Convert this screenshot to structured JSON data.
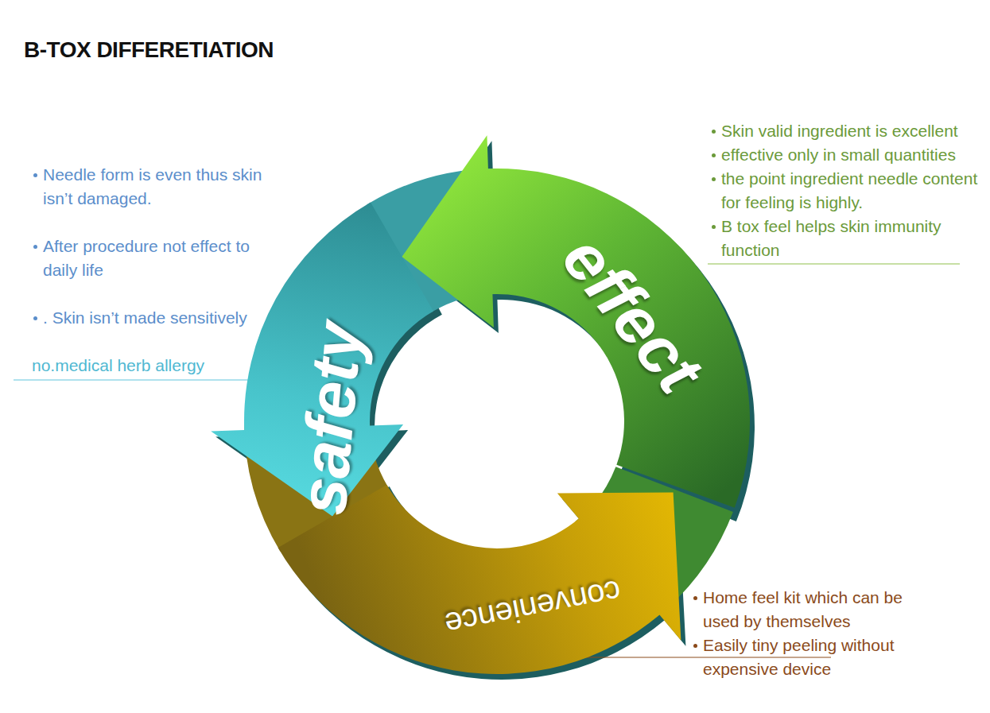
{
  "diagram": {
    "title": "B-TOX DIFFERETIATION",
    "nodes": [
      {
        "text": [
          "safety"
        ]
      },
      {
        "text": [
          "effect"
        ]
      },
      {
        "text": [
          "convenience"
        ]
      }
    ],
    "labels": [
      "Needle form is even thus skin isn’t damaged.",
      "After procedure not effect to daily life",
      ". Skin isn’t made sensitively",
      "no.medical herb allergy",
      "Skin valid ingredient is excellent",
      "effective only in small quantities",
      "the point ingredient needle content for feeling is highly.",
      "B tox feel helps skin immunity function",
      "Home feel kit which can be used by themselves",
      "Easily tiny peeling without expensive device"
    ]
  }
}
